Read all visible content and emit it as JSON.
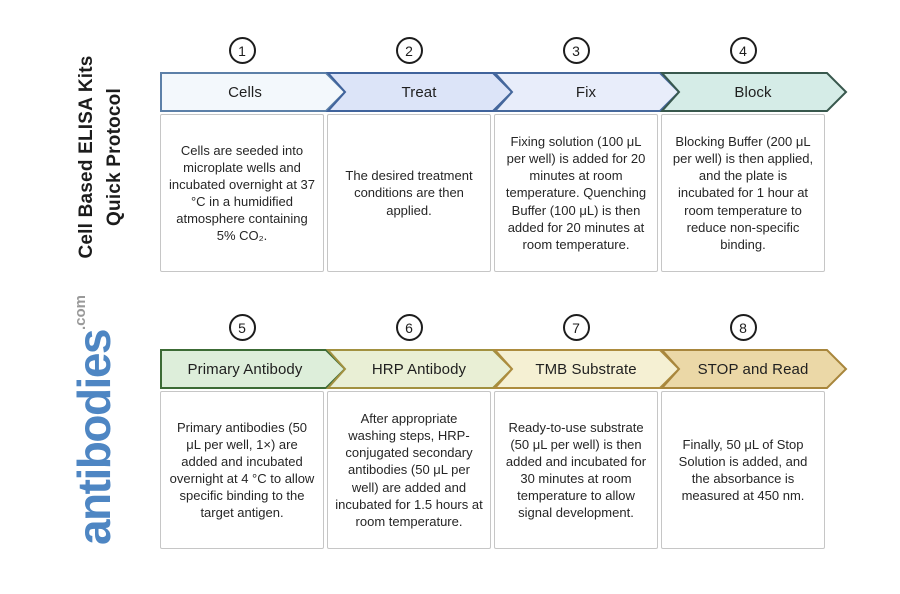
{
  "sidebar": {
    "title_line1": "Cell Based ELISA Kits",
    "title_line2": "Quick Protocol",
    "logo_text": "antibodies",
    "logo_suffix": ".com",
    "logo_color": "#4e86c3",
    "logo_suffix_color": "#999999"
  },
  "steps": [
    {
      "number": "1",
      "label": "Cells",
      "description": "Cells are seeded into microplate wells and incubated overnight at 37 °C in a humidified atmosphere containing 5% CO₂.",
      "colors": {
        "fill": "#f3f8fc",
        "border": "#5c80a8"
      }
    },
    {
      "number": "2",
      "label": "Treat",
      "description": "The desired treatment conditions are then applied.",
      "colors": {
        "fill": "#dce4f8",
        "border": "#40639c"
      }
    },
    {
      "number": "3",
      "label": "Fix",
      "description": "Fixing solution (100 μL per well) is added for 20 minutes at room temperature. Quenching Buffer (100 μL) is then added for 20 minutes at room temperature.",
      "colors": {
        "fill": "#e8edfa",
        "border": "#46689c"
      }
    },
    {
      "number": "4",
      "label": "Block",
      "description": "Blocking Buffer (200 μL per well) is then applied, and the plate is incubated for 1 hour at room temperature to reduce non-specific binding.",
      "colors": {
        "fill": "#d5ece7",
        "border": "#38584d"
      }
    },
    {
      "number": "5",
      "label": "Primary Antibody",
      "description": "Primary antibodies (50 μL per well, 1×) are added and incubated overnight at 4 °C to allow specific binding to the target antigen.",
      "colors": {
        "fill": "#ddeeda",
        "border": "#3c6b35"
      }
    },
    {
      "number": "6",
      "label": "HRP Antibody",
      "description": "After appropriate washing steps, HRP-conjugated secondary antibodies (50 μL per well) are added and incubated for 1.5 hours at room temperature.",
      "colors": {
        "fill": "#e9efd5",
        "border": "#a29140"
      }
    },
    {
      "number": "7",
      "label": "TMB Substrate",
      "description": "Ready-to-use substrate (50 μL per well) is then added and incubated for 30 minutes at room temperature to allow signal development.",
      "colors": {
        "fill": "#f5f0d3",
        "border": "#ad8c3e"
      }
    },
    {
      "number": "8",
      "label": "STOP and Read",
      "description": "Finally, 50 μL of Stop Solution is added, and the absorbance is measured at 450 nm.",
      "colors": {
        "fill": "#ebd8a7",
        "border": "#a8863c"
      }
    }
  ]
}
